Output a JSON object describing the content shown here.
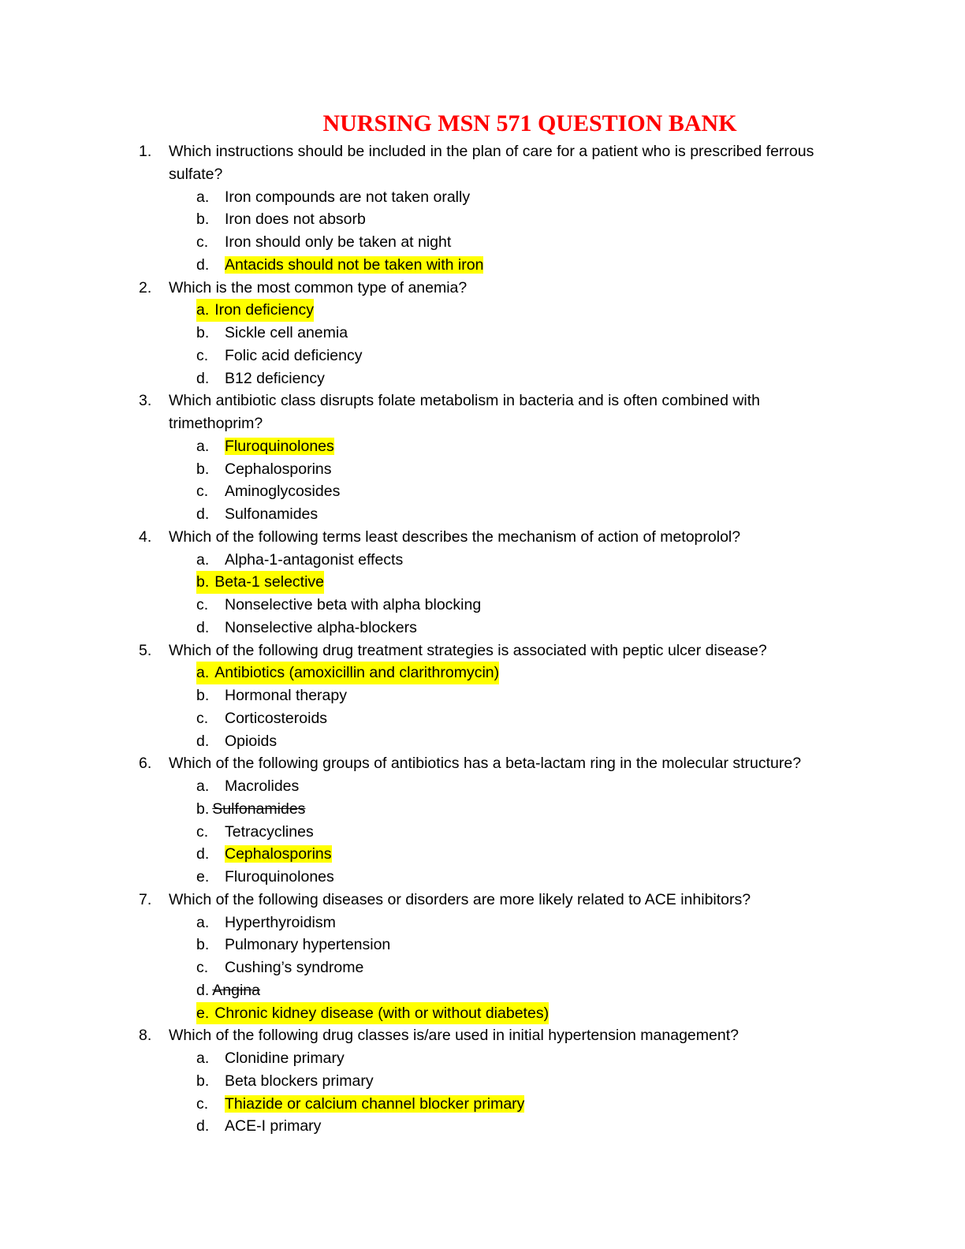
{
  "title": "NURSING MSN 571 QUESTION BANK",
  "colors": {
    "title": "#ff0000",
    "highlight": "#ffff00"
  },
  "questions": [
    {
      "number": "1.",
      "text": "Which instructions should be included in the plan of care for a patient who is prescribed ferrous sulfate?",
      "options": [
        {
          "letter": "a.",
          "text": "Iron compounds are not taken orally",
          "style": "normal"
        },
        {
          "letter": "b.",
          "text": "Iron does not absorb",
          "style": "normal"
        },
        {
          "letter": "c.",
          "text": "Iron should only be taken at night",
          "style": "normal"
        },
        {
          "letter": "d.",
          "text": "Antacids should not be taken with iron",
          "style": "answer"
        }
      ]
    },
    {
      "number": "2.",
      "text": "Which is the most common type of anemia?",
      "options": [
        {
          "letter": "a.",
          "text": "Iron deficiency",
          "style": "answer-full"
        },
        {
          "letter": "b.",
          "text": "Sickle cell anemia",
          "style": "normal"
        },
        {
          "letter": "c.",
          "text": "Folic acid deficiency",
          "style": "normal"
        },
        {
          "letter": "d.",
          "text": "B12 deficiency",
          "style": "normal"
        }
      ]
    },
    {
      "number": "3.",
      "text": "Which antibiotic class disrupts folate metabolism in bacteria and is often combined with trimethoprim?",
      "options": [
        {
          "letter": "a.",
          "text": "Fluroquinolones",
          "style": "answer"
        },
        {
          "letter": "b.",
          "text": "Cephalosporins",
          "style": "normal"
        },
        {
          "letter": "c.",
          "text": "Aminoglycosides",
          "style": "normal"
        },
        {
          "letter": "d.",
          "text": "Sulfonamides",
          "style": "normal"
        }
      ]
    },
    {
      "number": "4.",
      "text": "Which of the following terms least describes the mechanism of action of metoprolol?",
      "options": [
        {
          "letter": "a.",
          "text": "Alpha-1-antagonist effects",
          "style": "normal"
        },
        {
          "letter": "b.",
          "text": "Beta-1 selective",
          "style": "answer-full"
        },
        {
          "letter": "c.",
          "text": "Nonselective beta with alpha blocking",
          "style": "normal"
        },
        {
          "letter": "d.",
          "text": "Nonselective alpha-blockers",
          "style": "normal"
        }
      ]
    },
    {
      "number": "5.",
      "text": "Which of the following drug treatment strategies is associated with peptic ulcer disease?",
      "options": [
        {
          "letter": "a.",
          "text": "Antibiotics (amoxicillin and clarithromycin)",
          "style": "answer-full"
        },
        {
          "letter": "b.",
          "text": "Hormonal therapy",
          "style": "normal"
        },
        {
          "letter": "c.",
          "text": "Corticosteroids",
          "style": "normal"
        },
        {
          "letter": "d.",
          "text": "Opioids",
          "style": "normal"
        }
      ]
    },
    {
      "number": "6.",
      "text": "Which of the following groups of antibiotics has a beta-lactam ring in the molecular structure?",
      "options": [
        {
          "letter": "a.",
          "text": "Macrolides",
          "style": "normal"
        },
        {
          "letter": "b.",
          "text": "Sulfonamides",
          "style": "strike"
        },
        {
          "letter": "c.",
          "text": "Tetracyclines",
          "style": "normal"
        },
        {
          "letter": "d.",
          "text": "Cephalosporins",
          "style": "answer"
        },
        {
          "letter": "e.",
          "text": "Fluroquinolones",
          "style": "normal"
        }
      ]
    },
    {
      "number": "7.",
      "text": "Which of the following diseases or disorders are more likely related to ACE inhibitors?",
      "options": [
        {
          "letter": "a.",
          "text": "Hyperthyroidism",
          "style": "normal"
        },
        {
          "letter": "b.",
          "text": "Pulmonary hypertension",
          "style": "normal"
        },
        {
          "letter": "c.",
          "text": "Cushing’s syndrome",
          "style": "normal"
        },
        {
          "letter": "d.",
          "text": "Angina",
          "style": "strike"
        },
        {
          "letter": "e.",
          "text": "Chronic kidney disease (with or without diabetes)",
          "style": "answer-full"
        }
      ]
    },
    {
      "number": "8.",
      "text": "Which of the following drug classes is/are used in initial hypertension management?",
      "options": [
        {
          "letter": "a.",
          "text": "Clonidine primary",
          "style": "normal"
        },
        {
          "letter": "b.",
          "text": "Beta blockers primary",
          "style": "normal"
        },
        {
          "letter": "c.",
          "text": "Thiazide or calcium channel blocker primary",
          "style": "answer"
        },
        {
          "letter": "d.",
          "text": "ACE-I primary",
          "style": "normal"
        }
      ]
    }
  ]
}
